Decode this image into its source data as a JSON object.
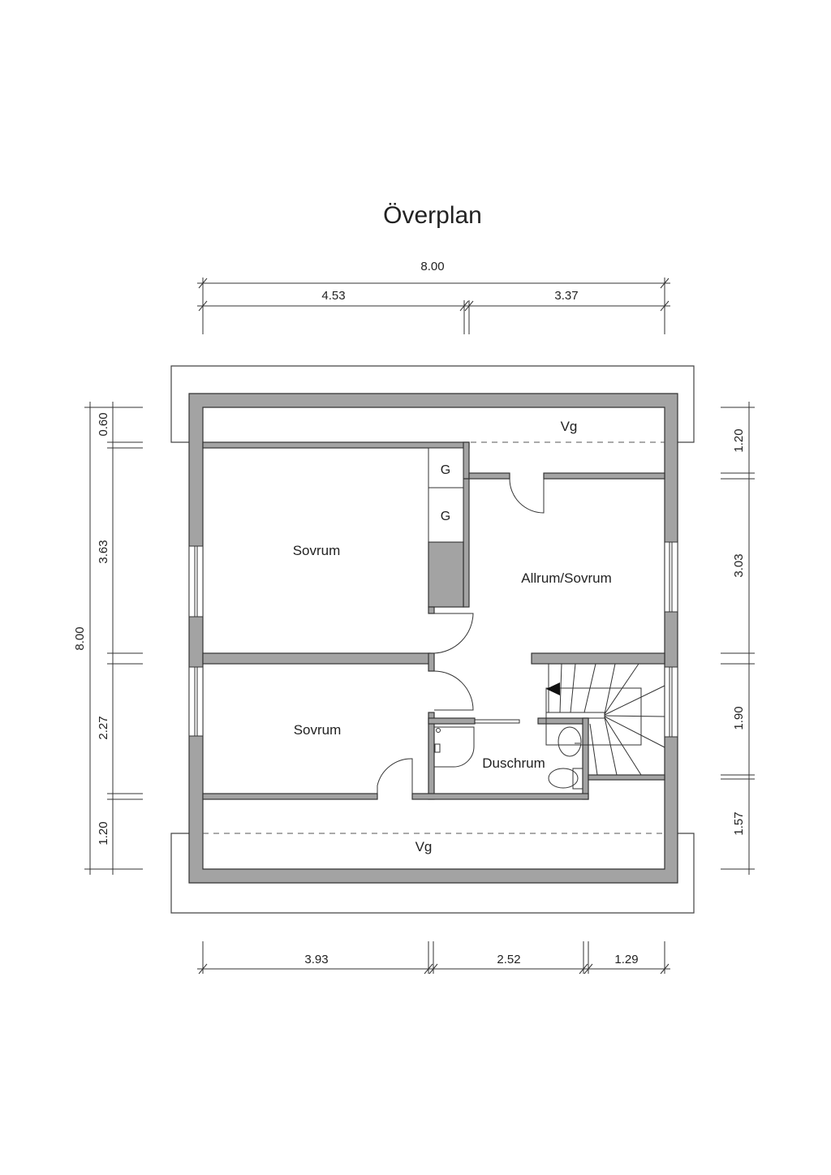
{
  "title": "Överplan",
  "dimensions": {
    "top_total": "8.00",
    "top_left": "4.53",
    "top_right": "3.37",
    "bottom": [
      "3.93",
      "2.52",
      "1.29"
    ],
    "left_total": "8.00",
    "left": [
      "0.60",
      "3.63",
      "2.27",
      "1.20"
    ],
    "right": [
      "1.20",
      "3.03",
      "1.90",
      "1.57"
    ]
  },
  "rooms": {
    "sovrum_1": "Sovrum",
    "sovrum_2": "Sovrum",
    "allrum": "Allrum/Sovrum",
    "duschrum": "Duschrum",
    "vg_top": "Vg",
    "vg_bottom": "Vg",
    "closet_1": "G",
    "closet_2": "G"
  },
  "colors": {
    "wall": "#a3a3a3",
    "line": "#333333"
  }
}
